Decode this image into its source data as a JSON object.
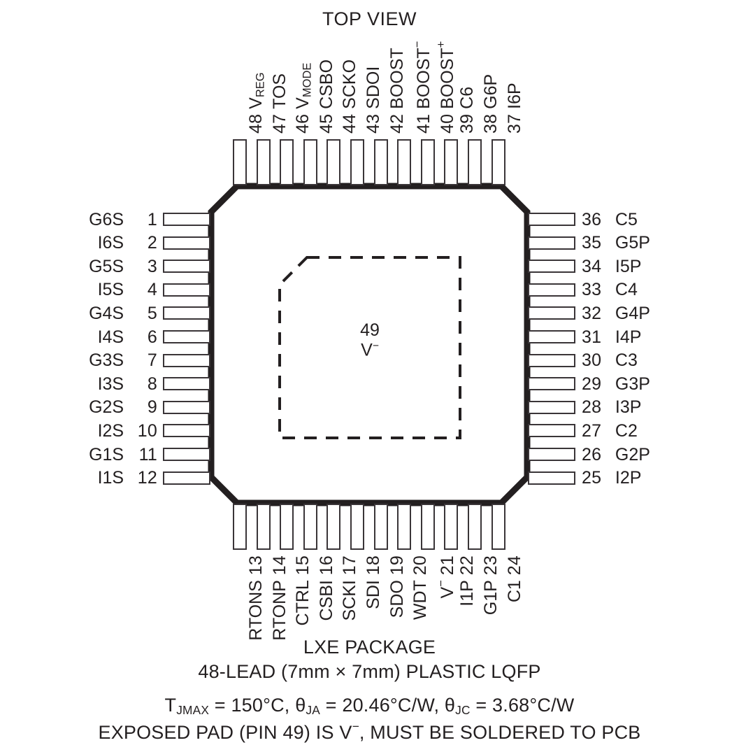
{
  "title": "TOP VIEW",
  "package": {
    "exposed_pad_number": "49",
    "exposed_pad_label": "V",
    "exposed_pad_label_sup": "−"
  },
  "pins": {
    "left": [
      {
        "num": "1",
        "name": "G6S"
      },
      {
        "num": "2",
        "name": "I6S"
      },
      {
        "num": "3",
        "name": "G5S"
      },
      {
        "num": "4",
        "name": "I5S"
      },
      {
        "num": "5",
        "name": "G4S"
      },
      {
        "num": "6",
        "name": "I4S"
      },
      {
        "num": "7",
        "name": "G3S"
      },
      {
        "num": "8",
        "name": "I3S"
      },
      {
        "num": "9",
        "name": "G2S"
      },
      {
        "num": "10",
        "name": "I2S"
      },
      {
        "num": "11",
        "name": "G1S"
      },
      {
        "num": "12",
        "name": "I1S"
      }
    ],
    "bottom": [
      {
        "num": "13",
        "name": "RTONS"
      },
      {
        "num": "14",
        "name": "RTONP"
      },
      {
        "num": "15",
        "name": "CTRL"
      },
      {
        "num": "16",
        "name": "CSBI"
      },
      {
        "num": "17",
        "name": "SCKI"
      },
      {
        "num": "18",
        "name": "SDI"
      },
      {
        "num": "19",
        "name": "SDO"
      },
      {
        "num": "20",
        "name": "WDT"
      },
      {
        "num": "21",
        "name": "V",
        "sup": "−"
      },
      {
        "num": "22",
        "name": "I1P"
      },
      {
        "num": "23",
        "name": "G1P"
      },
      {
        "num": "24",
        "name": "C1"
      }
    ],
    "right": [
      {
        "num": "25",
        "name": "I2P"
      },
      {
        "num": "26",
        "name": "G2P"
      },
      {
        "num": "27",
        "name": "C2"
      },
      {
        "num": "28",
        "name": "I3P"
      },
      {
        "num": "29",
        "name": "G3P"
      },
      {
        "num": "30",
        "name": "C3"
      },
      {
        "num": "31",
        "name": "I4P"
      },
      {
        "num": "32",
        "name": "G4P"
      },
      {
        "num": "33",
        "name": "C4"
      },
      {
        "num": "34",
        "name": "I5P"
      },
      {
        "num": "35",
        "name": "G5P"
      },
      {
        "num": "36",
        "name": "C5"
      }
    ],
    "top": [
      {
        "num": "37",
        "name": "I6P"
      },
      {
        "num": "38",
        "name": "G6P"
      },
      {
        "num": "39",
        "name": "C6"
      },
      {
        "num": "40",
        "name": "BOOST",
        "sup": "+"
      },
      {
        "num": "41",
        "name": "BOOST",
        "sup": "−"
      },
      {
        "num": "42",
        "name": "BOOST"
      },
      {
        "num": "43",
        "name": "SDOI"
      },
      {
        "num": "44",
        "name": "SCKO"
      },
      {
        "num": "45",
        "name": "CSBO"
      },
      {
        "num": "46",
        "name": "V",
        "sub": "MODE"
      },
      {
        "num": "47",
        "name": "TOS"
      },
      {
        "num": "48",
        "name": "V",
        "sub": "REG"
      }
    ]
  },
  "footer": {
    "line1": "LXE PACKAGE",
    "line2": "48-LEAD (7mm × 7mm) PLASTIC LQFP",
    "line3_pre": "T",
    "line3_sub1": "JMAX",
    "line3_mid1": " = 150°C, θ",
    "line3_sub2": "JA",
    "line3_mid2": " = 20.46°C/W, θ",
    "line3_sub3": "JC",
    "line3_end": " = 3.68°C/W",
    "line4_pre": "EXPOSED PAD (PIN 49) IS V",
    "line4_sup": "−",
    "line4_end": ", MUST BE SOLDERED TO PCB"
  },
  "colors": {
    "ink": "#231f20",
    "pin_stroke": "#3a3538",
    "background": "#ffffff"
  }
}
